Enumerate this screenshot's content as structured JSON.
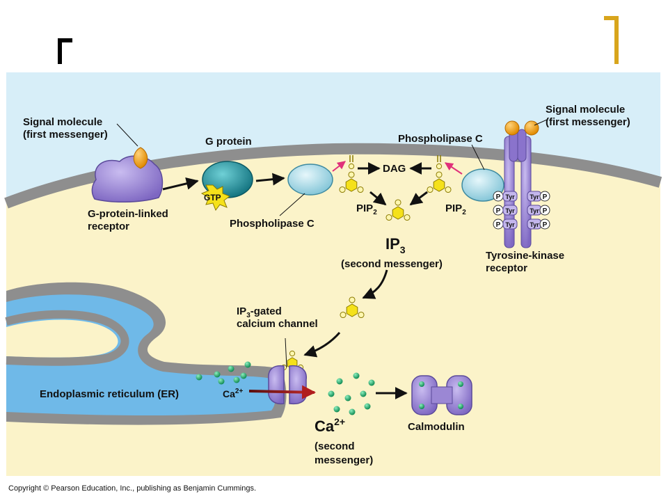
{
  "labels": {
    "signal_left_1": "Signal molecule",
    "signal_left_2": "(first messenger)",
    "signal_right_1": "Signal molecule",
    "signal_right_2": "(first messenger)",
    "g_protein": "G protein",
    "gtp": "GTP",
    "gpcr_1": "G-protein-linked",
    "gpcr_2": "receptor",
    "plc_bottom": "Phospholipase C",
    "plc_top": "Phospholipase C",
    "dag": "DAG",
    "pip2_left": "PIP",
    "pip2_right": "PIP",
    "pip2_sub": "2",
    "ip3": "IP",
    "ip3_sub": "3",
    "second_messenger_ip3": "(second messenger)",
    "tyr": "Tyr",
    "p": "P",
    "rtk_1": "Tyrosine-kinase",
    "rtk_2": "receptor",
    "channel_ip": "IP",
    "channel_sub": "3",
    "channel_gated": "-gated",
    "channel_2": "calcium channel",
    "er": "Endoplasmic reticulum (ER)",
    "ca_small": "Ca",
    "ca_small_sup": "2+",
    "ca_big": "Ca",
    "ca_big_sup": "2+",
    "second_1": "(second",
    "second_2": "messenger)",
    "calmodulin": "Calmodulin"
  },
  "copyright": "Copyright © Pearson Education, Inc., publishing as Benjamin Cummings.",
  "colors": {
    "extracellular": "#d7eef8",
    "cytoplasm": "#fbf3c9",
    "membrane": "#8e8e8e",
    "er_lumen": "#6fb9e8",
    "receptor_purple": "#9b87d4",
    "g_protein_teal": "#1f8f9a",
    "plc_light": "#a8dcea",
    "ligand_orange": "#f4a21b",
    "ip3_yellow": "#f5e11a",
    "ca_green": "#1aa866",
    "arrow_red": "#b01e1e",
    "corner_gold": "#d8a51c"
  }
}
